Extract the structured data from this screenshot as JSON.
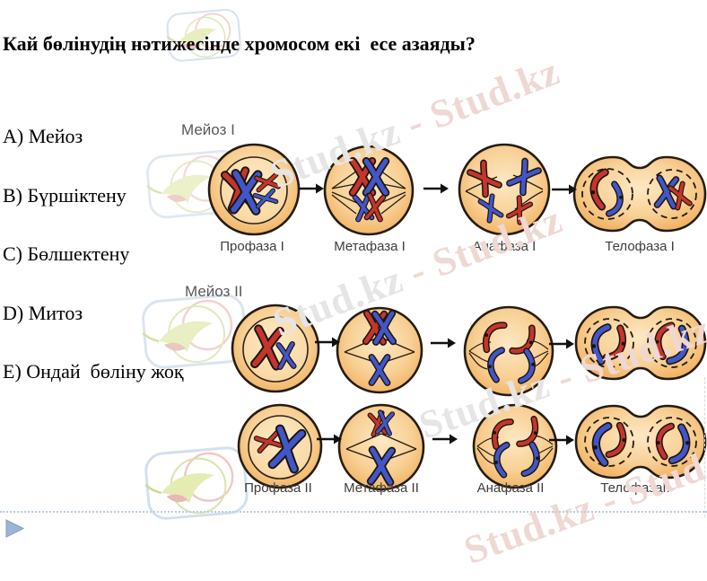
{
  "question": {
    "title": "Кай бөлінудің нәтижесінде хромосом екі  есе азаяды?",
    "options": [
      "A) Мейоз",
      "B) Бүршіктену",
      "C) Бөлшектену",
      "D) Митоз",
      "E) Ондай  бөліну жоқ"
    ]
  },
  "diagram": {
    "section1_label": "Мейоз I",
    "section2_label": "Мейоз II",
    "stages_meiosis1": [
      "Профаза I",
      "Метафаза I",
      "Анафаза I",
      "Телофаза I"
    ],
    "stages_meiosis2": [
      "Профаза II",
      "Метафаза II",
      "Анафаза II",
      "ТелофазаII"
    ]
  },
  "watermark": {
    "segment_gray": "Stud.kz",
    "segment_pink": " - Stud.kz",
    "brand": "Stud.kz"
  },
  "colors": {
    "cell_fill_center": "#fde8c4",
    "cell_fill_edge": "#efa953",
    "cell_outline": "#241c12",
    "chromosome_red": "#c5352c",
    "chromosome_blue": "#4157c9",
    "watermark_pink": "#efd8d4",
    "watermark_gray": "#e6e4e4",
    "dotted_line": "#b9cde2",
    "play_triangle": "#9db4d6",
    "section_label_gray": "#595959"
  }
}
